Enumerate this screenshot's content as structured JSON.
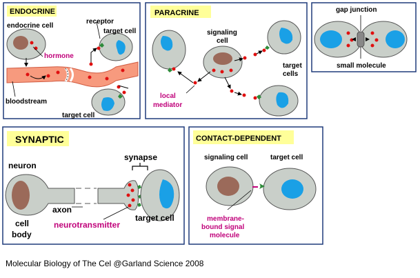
{
  "colors": {
    "panel_border": "#1f3a7a",
    "title_bg": "#ffff99",
    "cell_fill": "#c9cfc9",
    "cell_stroke": "#555555",
    "nucleus_blue": "#1aa0e6",
    "nucleus_brown": "#9b6a5a",
    "signal_red": "#e01010",
    "receptor_green": "#2e8b3a",
    "bloodstream": "#f79a7e",
    "label_magenta": "#c0007a"
  },
  "endocrine": {
    "title": "ENDOCRINE",
    "endocrine_cell": "endocrine cell",
    "receptor": "receptor",
    "target_cell_top": "target cell",
    "hormone": "hormone",
    "bloodstream": "bloodstream",
    "target_cell_bottom": "target cell"
  },
  "paracrine": {
    "title": "PARACRINE",
    "signaling_line1": "signaling",
    "signaling_line2": "cell",
    "target_line1": "target",
    "target_line2": "cells",
    "local_line1": "local",
    "local_line2": "mediator"
  },
  "gap": {
    "gap_junction": "gap junction",
    "small_molecule": "small molecule"
  },
  "synaptic": {
    "title": "SYNAPTIC",
    "synapse": "synapse",
    "neuron": "neuron",
    "axon": "axon",
    "cell_line1": "cell",
    "cell_line2": "body",
    "neurotransmitter": "neurotransmitter",
    "target_cell": "target cell"
  },
  "contact": {
    "title": "CONTACT-DEPENDENT",
    "signaling_cell": "signaling cell",
    "target_cell": "target cell",
    "membrane_line1": "membrane-",
    "membrane_line2": "bound signal",
    "membrane_line3": "molecule"
  },
  "credit": "Molecular Biology of The Cel @Garland Science 2008"
}
